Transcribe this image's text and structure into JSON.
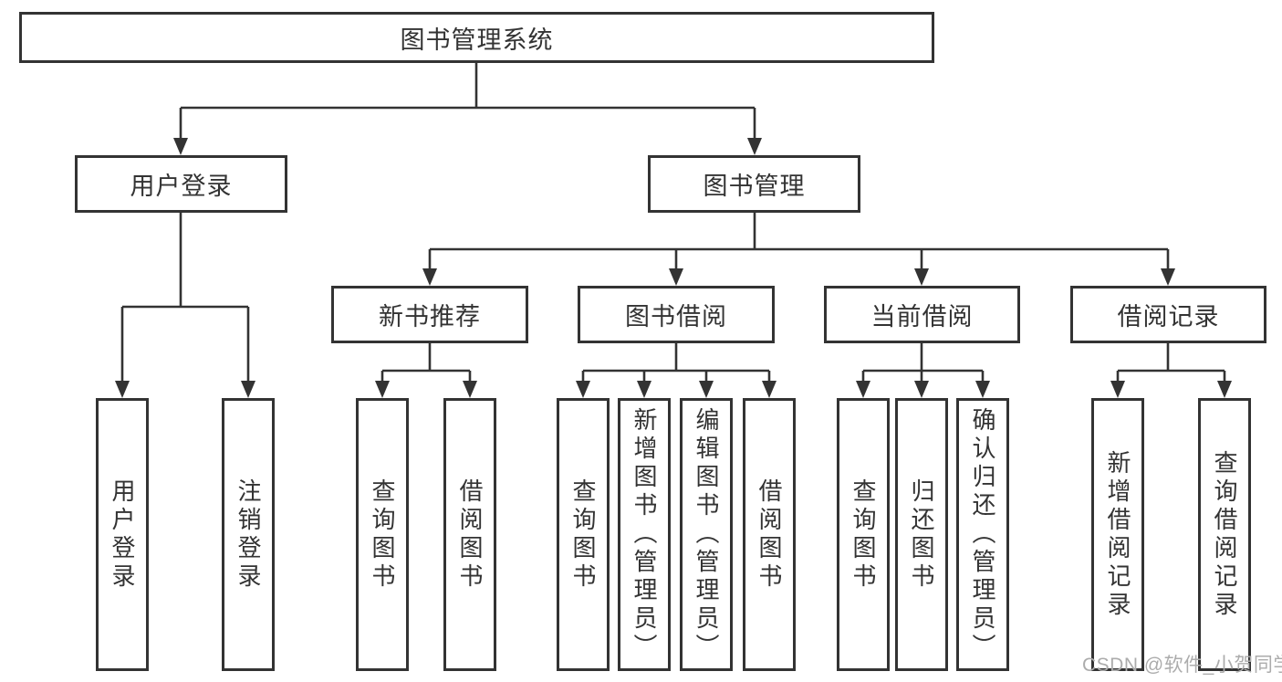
{
  "tree": {
    "root": {
      "label": "图书管理系统"
    },
    "branches": [
      {
        "label": "用户登录",
        "children": [
          {
            "label": "用户登录"
          },
          {
            "label": "注销登录"
          }
        ]
      },
      {
        "label": "图书管理",
        "children": [
          {
            "label": "新书推荐",
            "children": [
              {
                "label": "查询图书"
              },
              {
                "label": "借阅图书"
              }
            ]
          },
          {
            "label": "图书借阅",
            "children": [
              {
                "label": "查询图书"
              },
              {
                "label": "新增图书（管理员）"
              },
              {
                "label": "编辑图书（管理员）"
              },
              {
                "label": "借阅图书"
              }
            ]
          },
          {
            "label": "当前借阅",
            "children": [
              {
                "label": "查询图书"
              },
              {
                "label": "归还图书"
              },
              {
                "label": "确认归还（管理员）"
              }
            ]
          },
          {
            "label": "借阅记录",
            "children": [
              {
                "label": "新增借阅记录"
              },
              {
                "label": "查询借阅记录"
              }
            ]
          }
        ]
      }
    ]
  },
  "watermark": {
    "text": "CSDN @软件_小贺同学"
  },
  "colors": {
    "line": "#333333",
    "box_border": "#333333",
    "box_fill": "#ffffff",
    "background": "#ffffff",
    "watermark": "#acacac"
  }
}
